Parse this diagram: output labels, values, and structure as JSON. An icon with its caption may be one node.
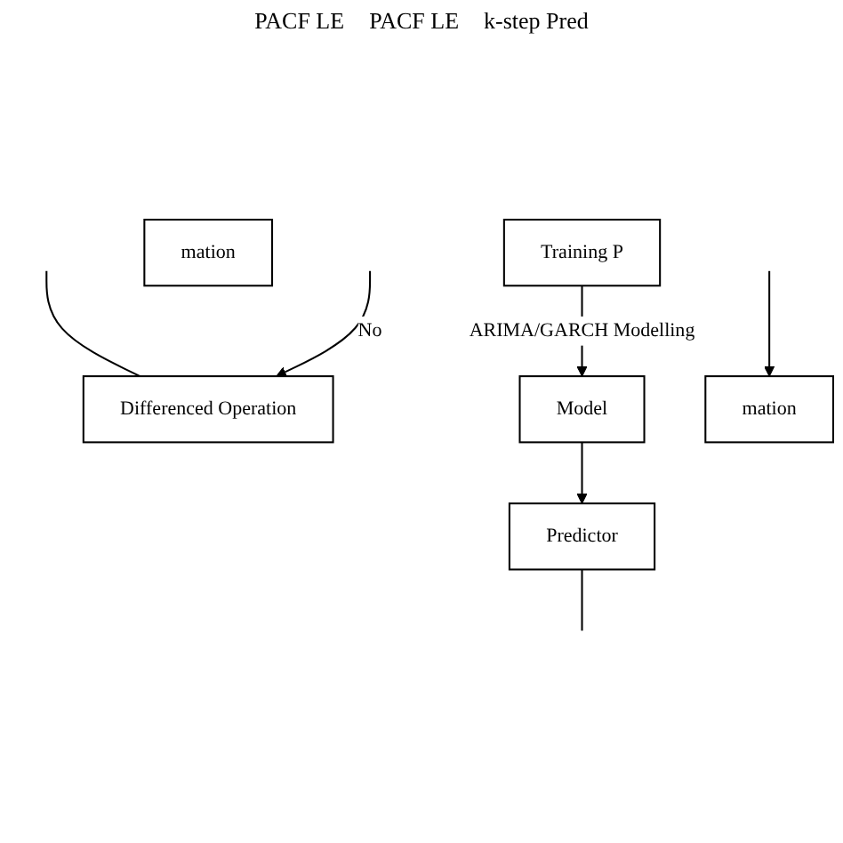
{
  "diagram": {
    "nodes": [
      {
        "text": [
          "Differenced Operation"
        ]
      },
      {
        "text": [
          "Training P"
        ]
      },
      {
        "text": [
          "Model"
        ]
      },
      {
        "text": [
          "Predictor"
        ]
      },
      {
        "text": [
          "mation"
        ]
      },
      {
        "text": [
          "mation"
        ]
      }
    ],
    "edges": [
      {
        "from": null,
        "to": 0,
        "arrow": "none"
      },
      {
        "from": null,
        "to": 0,
        "arrow": "to",
        "label": "No"
      },
      {
        "from": 1,
        "to": 2,
        "arrow": "to",
        "label": "ARIMA/GARCH Modelling"
      },
      {
        "from": 2,
        "to": 3,
        "arrow": "to"
      },
      {
        "from": 3,
        "to": null,
        "arrow": "none"
      },
      {
        "from": null,
        "to": 4,
        "arrow": "to"
      }
    ],
    "labels": [
      "PACF LE",
      "PACF LE",
      "k-step Pred"
    ]
  }
}
